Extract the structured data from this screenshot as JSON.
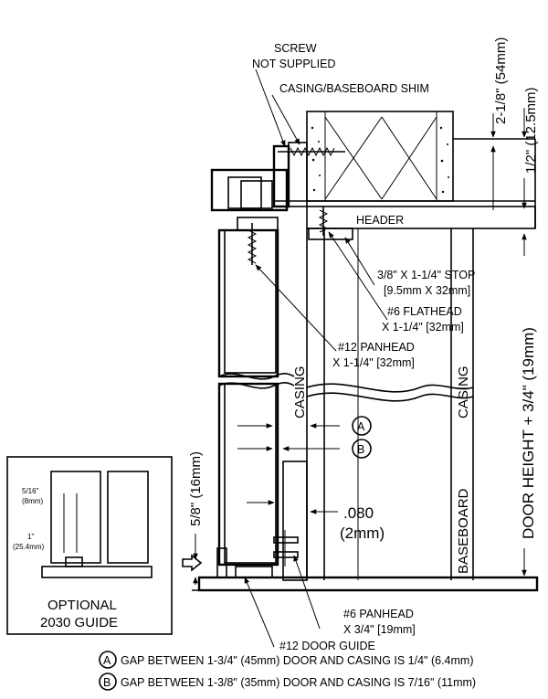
{
  "labels": {
    "screw_line1": "SCREW",
    "screw_line2": "NOT SUPPLIED",
    "shim": "CASING/BASEBOARD SHIM",
    "header": "HEADER",
    "stop_line1": "3/8\" X 1-1/4\" STOP",
    "stop_line2": "[9.5mm X 32mm]",
    "flathead_line1": "#6 FLATHEAD",
    "flathead_line2": "X 1-1/4\" [32mm]",
    "panhead12_line1": "#12 PANHEAD",
    "panhead12_line2": "X 1-1/4\" [32mm]",
    "casing_left": "CASING",
    "casing_right": "CASING",
    "baseboard": "BASEBOARD",
    "marker_a": "A",
    "marker_b": "B",
    "gap_value": ".080",
    "gap_metric": "(2mm)",
    "panhead6_line1": "#6 PANHEAD",
    "panhead6_line2": "X 3/4\" [19mm]",
    "door_guide": "#12 DOOR GUIDE",
    "dim_top": "2-1/8\" (54mm)",
    "dim_half": "1/2\" (12.5mm)",
    "dim_door": "DOOR HEIGHT + 3/4\" (19mm)",
    "dim_58": "5/8\" (16mm)",
    "optional_line1": "OPTIONAL",
    "optional_line2": "2030 GUIDE",
    "inset_dim1_line1": "5/16\"",
    "inset_dim1_line2": "(8mm)",
    "inset_dim2_line1": "1\"",
    "inset_dim2_line2": "(25.4mm)"
  },
  "notes": [
    {
      "marker": "A",
      "text": "GAP BETWEEN 1-3/4\" (45mm) DOOR AND CASING IS 1/4\" (6.4mm)"
    },
    {
      "marker": "B",
      "text": "GAP BETWEEN 1-3/8\" (35mm) DOOR AND CASING IS 7/16\" (11mm)"
    }
  ]
}
